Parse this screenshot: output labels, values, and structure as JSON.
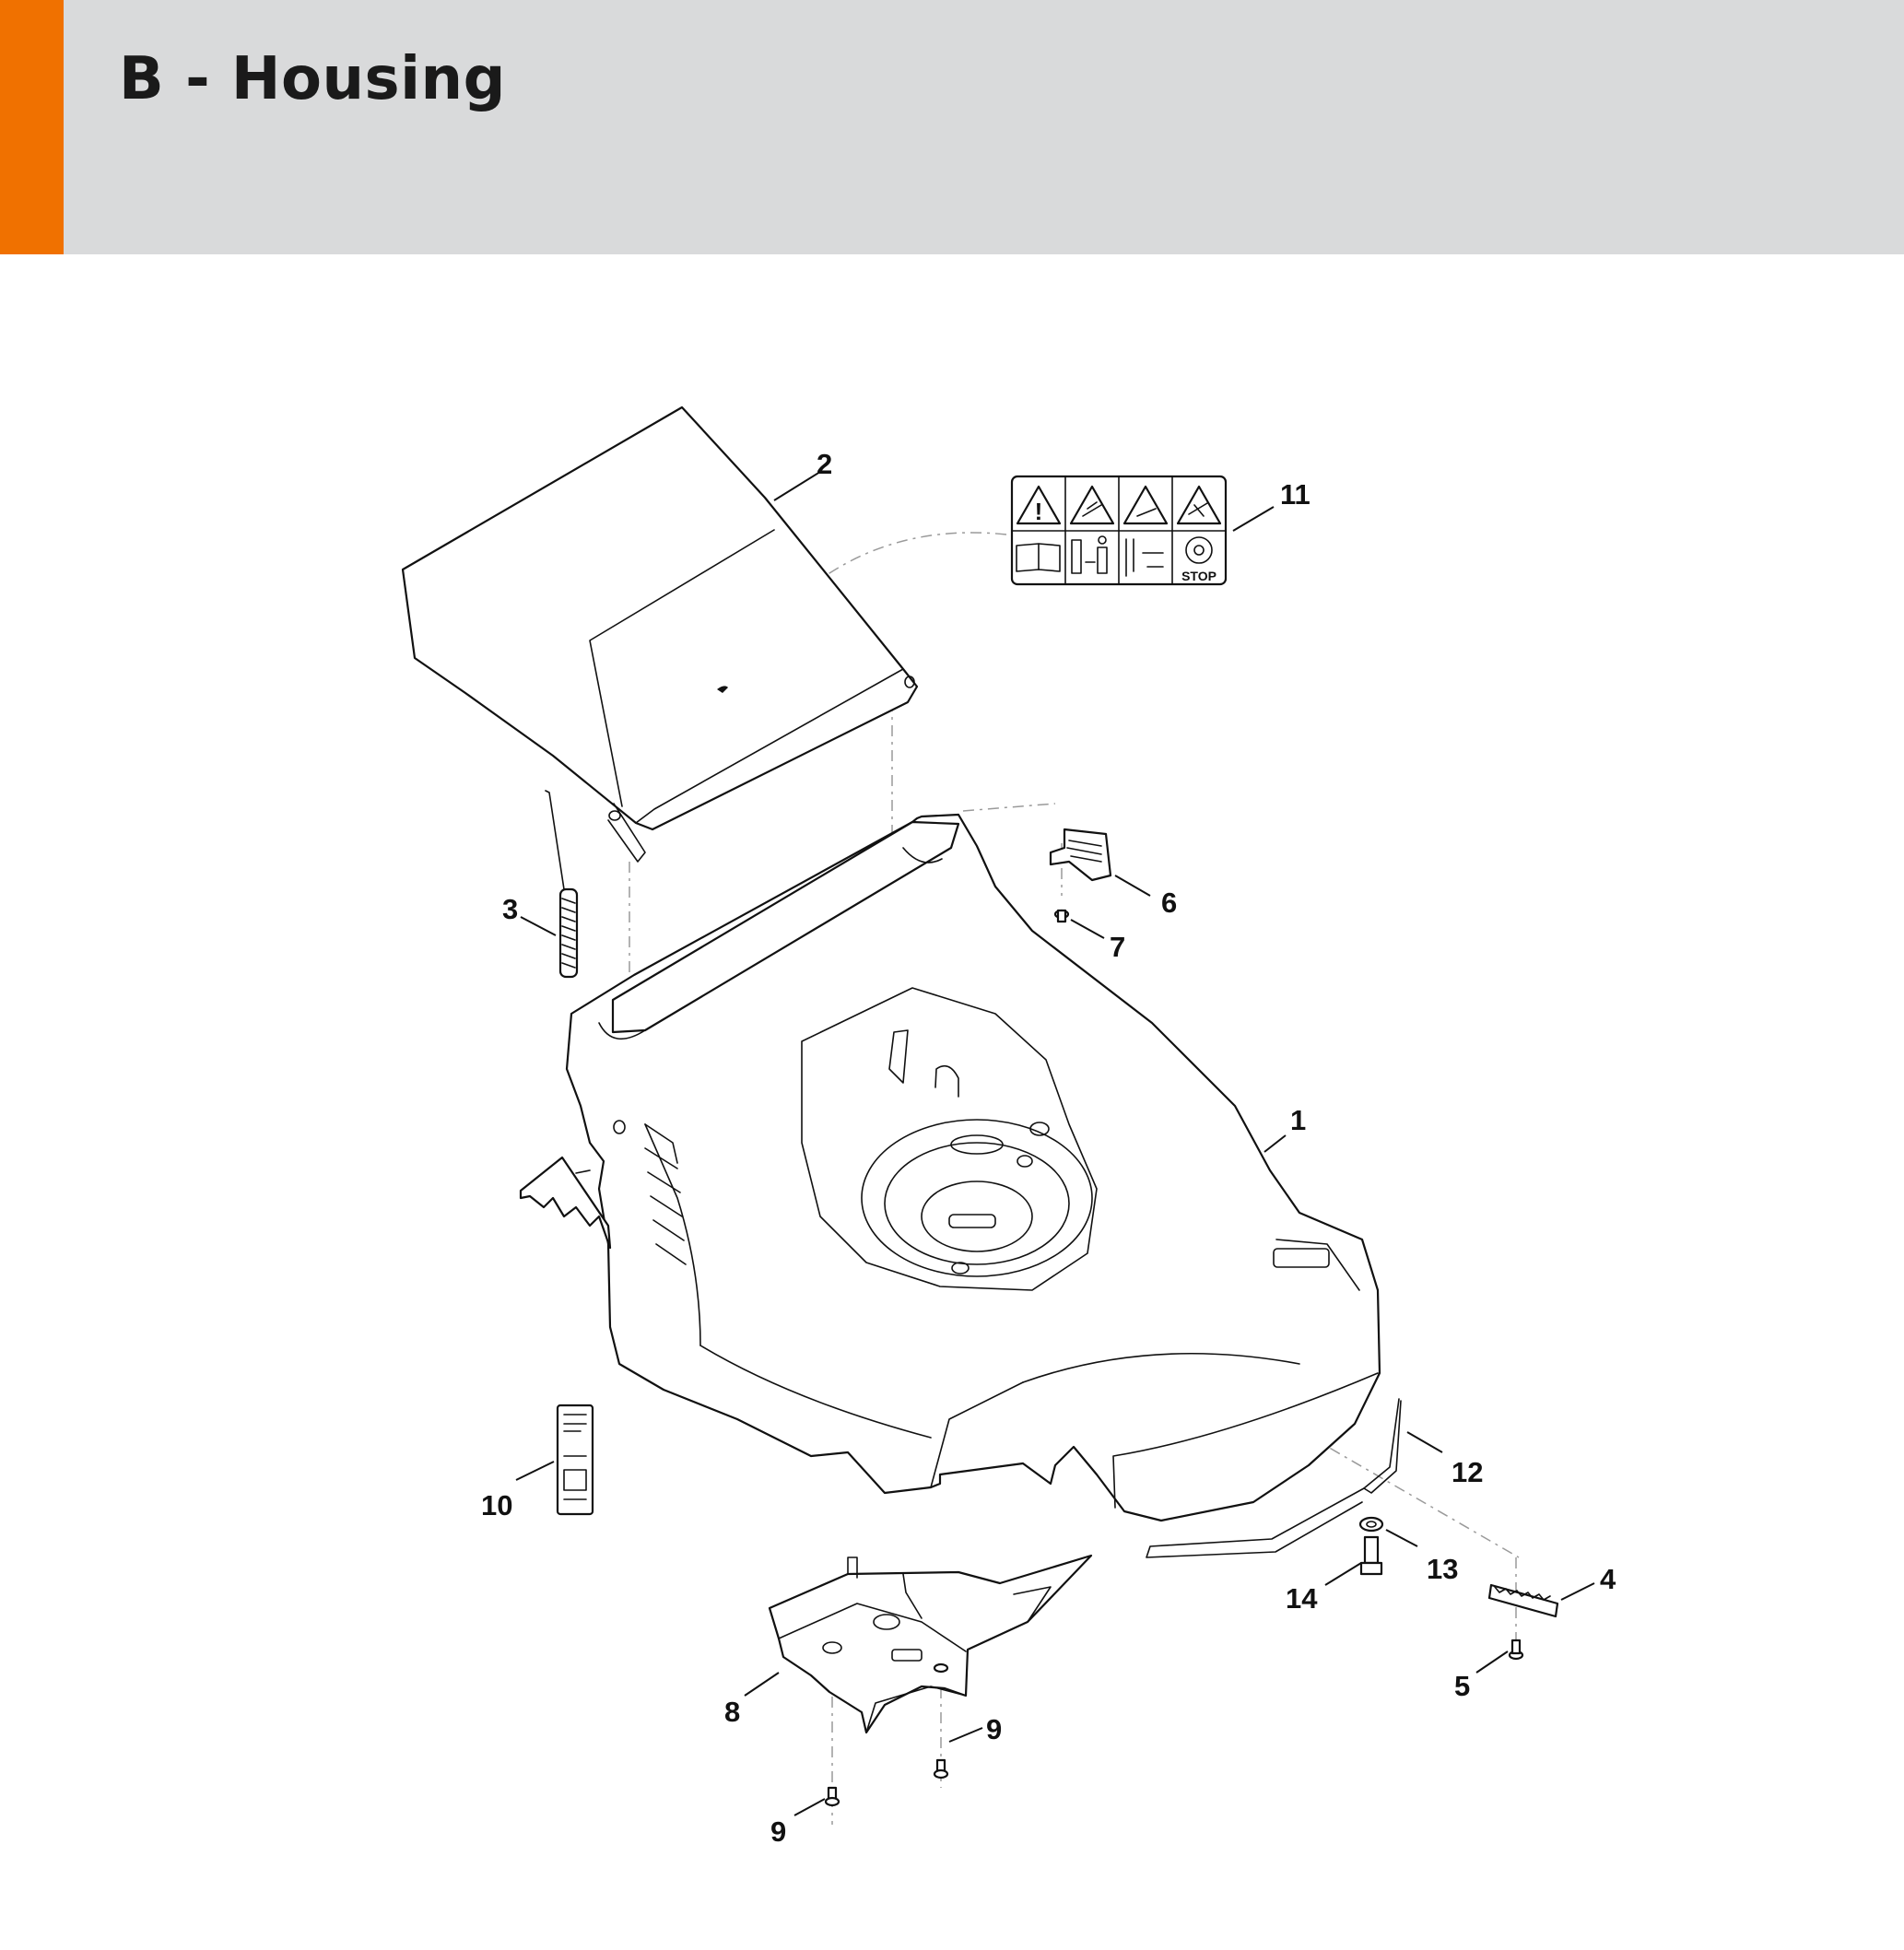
{
  "header": {
    "title": "B - Housing",
    "accent_color": "#f07100",
    "background_color": "#d9dadb"
  },
  "diagram": {
    "labels": [
      "1",
      "2",
      "3",
      "4",
      "5",
      "6",
      "7",
      "8",
      "9",
      "9",
      "10",
      "11",
      "12",
      "13",
      "14"
    ],
    "stop_sign_text": "STOP"
  }
}
